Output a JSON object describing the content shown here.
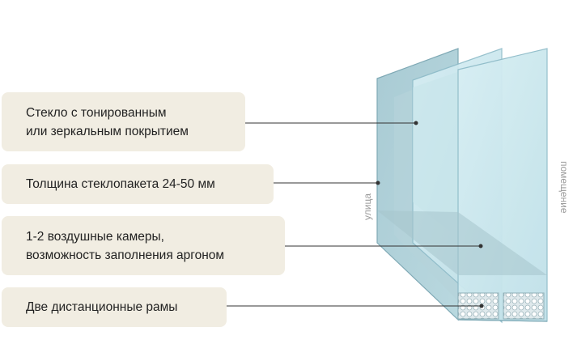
{
  "labels": [
    {
      "text": "Стекло с тонированным\nили зеркальным покрытием"
    },
    {
      "text": "Толщина стеклопакета 24-50 мм"
    },
    {
      "text": "1-2 воздушные камеры,\nвозможность заполнения аргоном"
    },
    {
      "text": "Две дистанционные рамы"
    }
  ],
  "sides": {
    "outside": "улица",
    "inside": "помещение"
  },
  "colors": {
    "label_bg": "#f1ede2",
    "glass_fill": "#cde9ef",
    "glass_edge": "#8fbcc9",
    "leader_line": "#333333"
  }
}
